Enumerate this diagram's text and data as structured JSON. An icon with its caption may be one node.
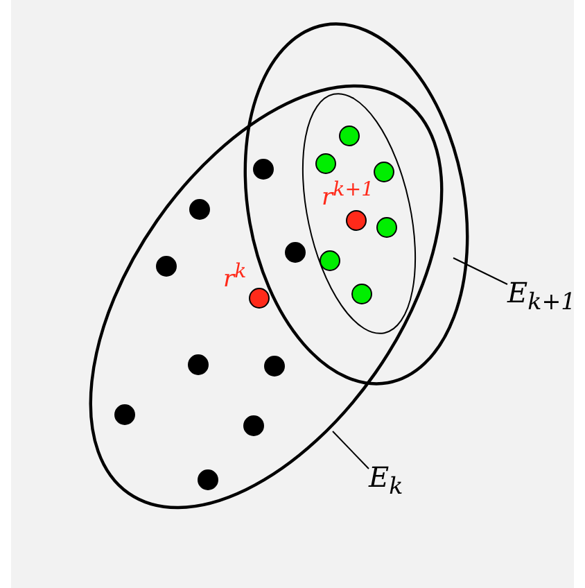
{
  "diagram": {
    "nodes": [
      {
        "text": [],
        "shape": "ellipse"
      },
      {
        "text": [],
        "shape": "ellipse"
      },
      {
        "text": [],
        "shape": "ellipse"
      },
      {
        "text": [
          "E$_{k}$"
        ]
      },
      {
        "text": [
          "E$_{k+1}$"
        ]
      }
    ],
    "edges": [
      {
        "from": 3,
        "to": 0,
        "arrow": "none"
      },
      {
        "from": 4,
        "to": 1,
        "arrow": "none"
      }
    ],
    "labels": [
      "r$^{k}$",
      "r$^{k+1}$"
    ]
  }
}
